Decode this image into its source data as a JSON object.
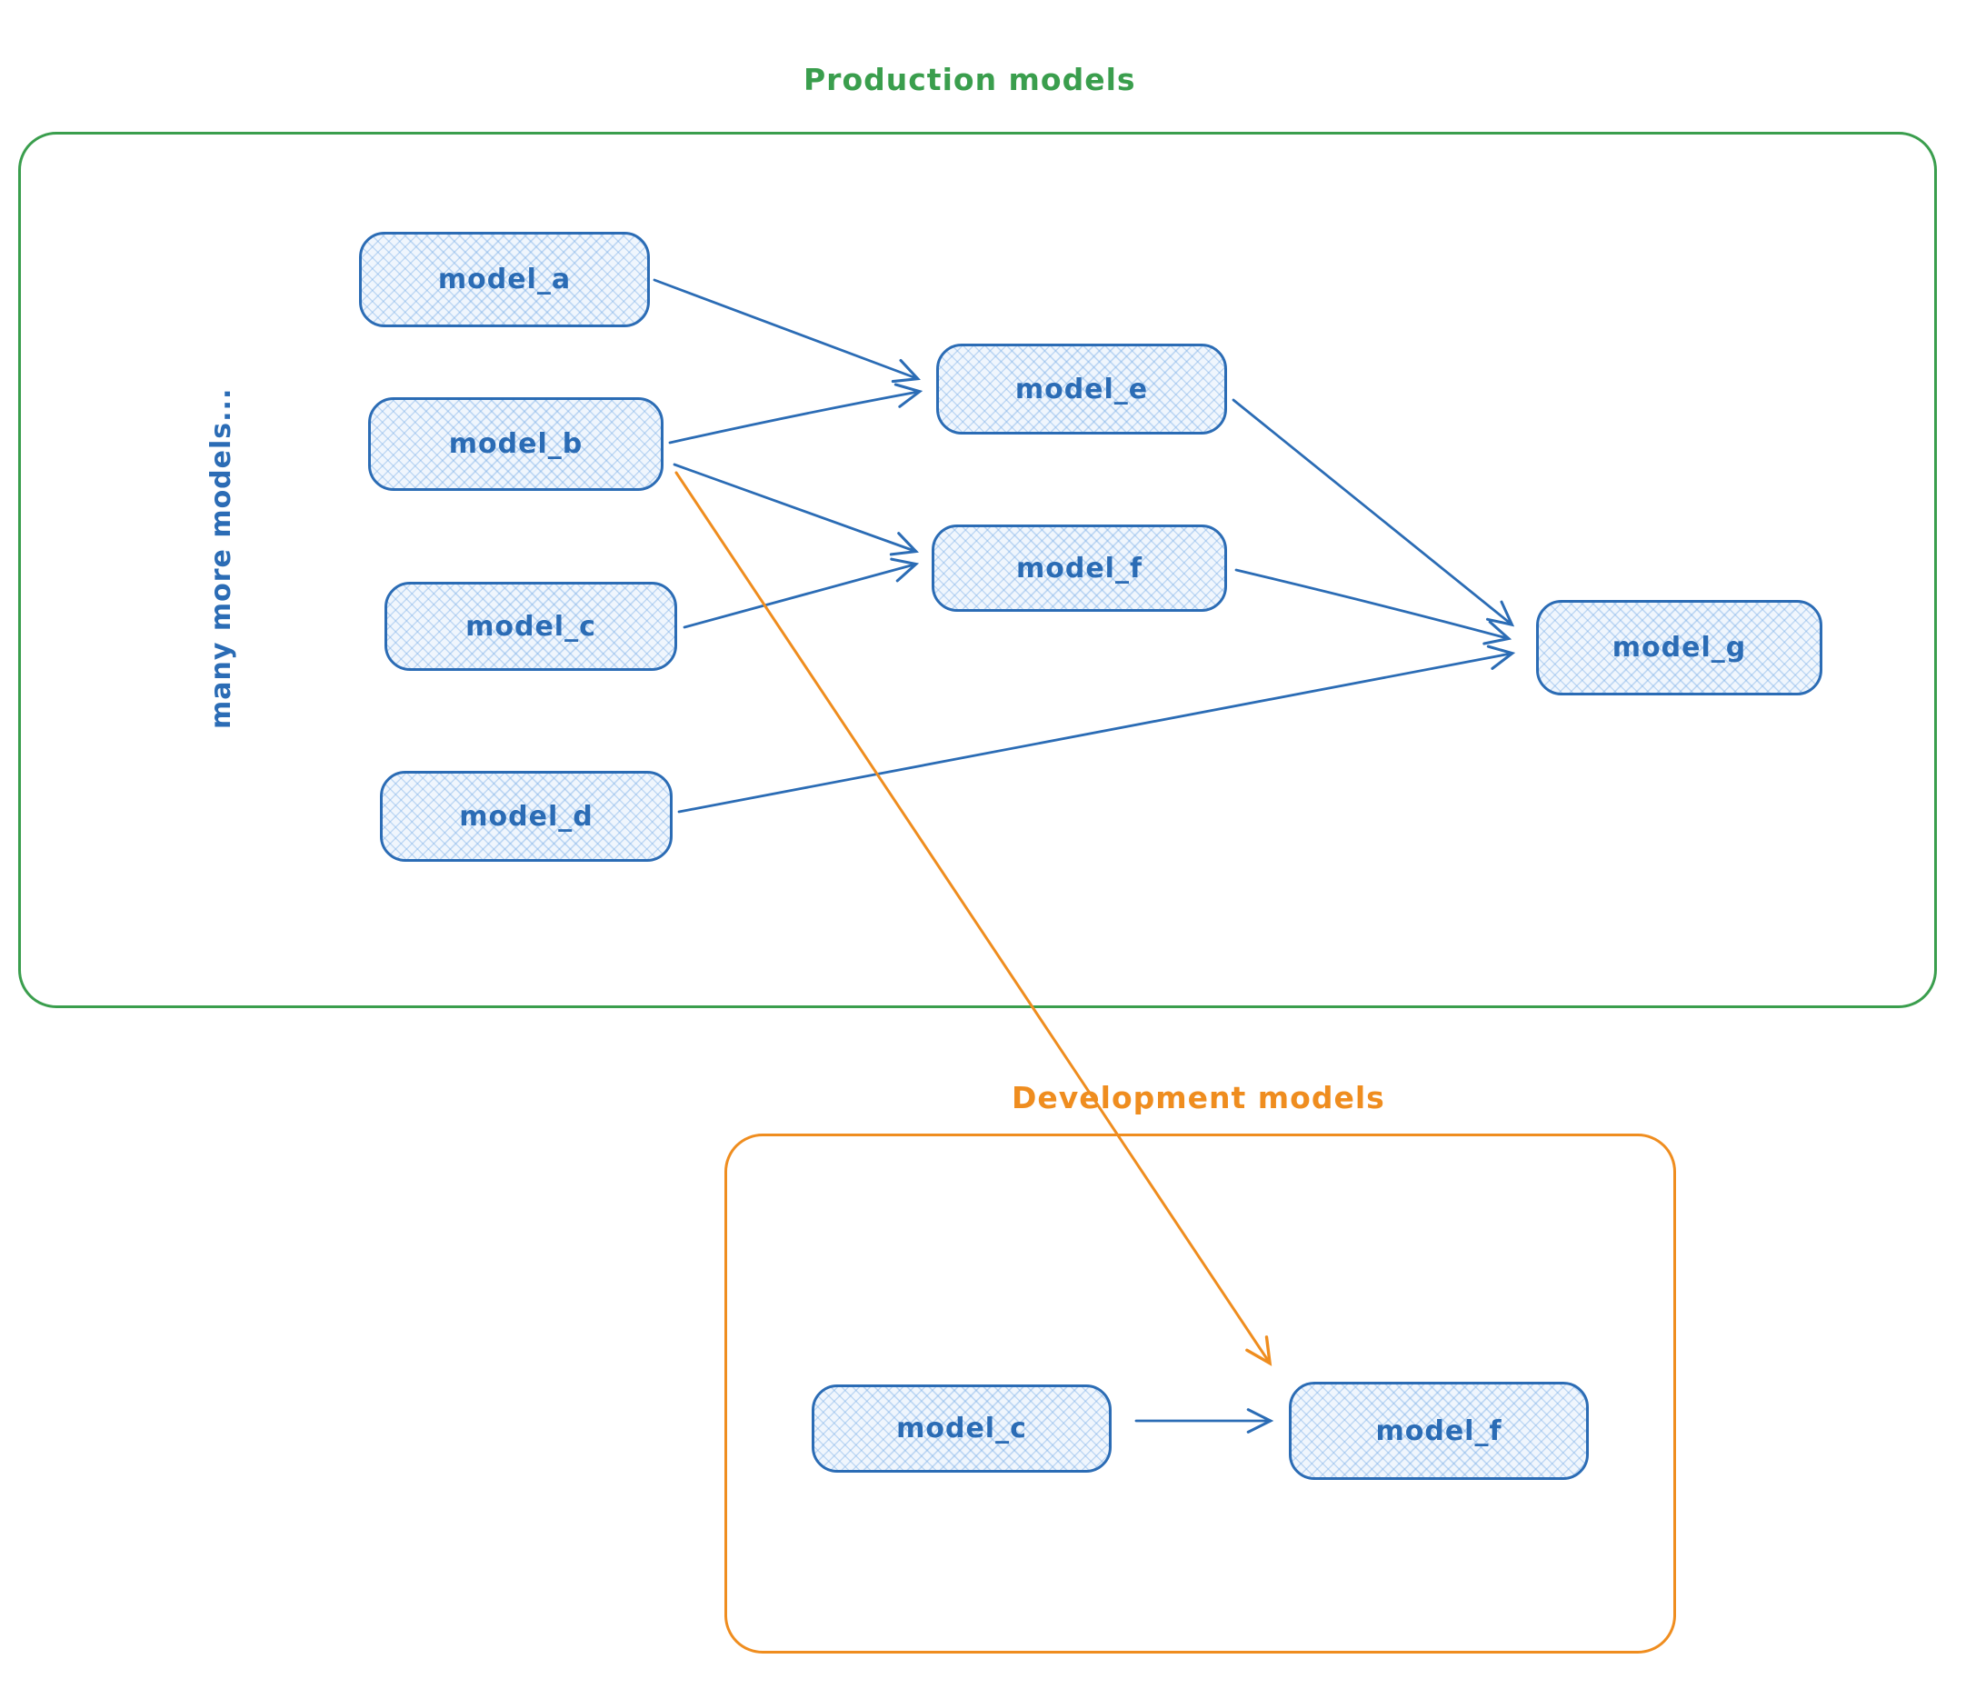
{
  "colors": {
    "node_stroke_blue": "#2b6cb5",
    "node_fill_light_blue": "#f0f6fd",
    "production_frame_green": "#3a9e4d",
    "development_frame_orange": "#ef8d1f"
  },
  "production": {
    "title": "Production models",
    "side_label": "many more models...",
    "nodes": {
      "model_a": {
        "label": "model_a"
      },
      "model_b": {
        "label": "model_b"
      },
      "model_c": {
        "label": "model_c"
      },
      "model_d": {
        "label": "model_d"
      },
      "model_e": {
        "label": "model_e"
      },
      "model_f": {
        "label": "model_f"
      },
      "model_g": {
        "label": "model_g"
      }
    }
  },
  "development": {
    "title": "Development models",
    "nodes": {
      "model_c": {
        "label": "model_c"
      },
      "model_f": {
        "label": "model_f"
      }
    }
  },
  "edges": [
    {
      "from": "production.model_a",
      "to": "production.model_e",
      "color": "blue"
    },
    {
      "from": "production.model_b",
      "to": "production.model_e",
      "color": "blue"
    },
    {
      "from": "production.model_b",
      "to": "production.model_f",
      "color": "blue"
    },
    {
      "from": "production.model_c",
      "to": "production.model_f",
      "color": "blue"
    },
    {
      "from": "production.model_e",
      "to": "production.model_g",
      "color": "blue"
    },
    {
      "from": "production.model_f",
      "to": "production.model_g",
      "color": "blue"
    },
    {
      "from": "production.model_d",
      "to": "production.model_g",
      "color": "blue"
    },
    {
      "from": "development.model_c",
      "to": "development.model_f",
      "color": "blue"
    },
    {
      "from": "production.model_b",
      "to": "development.model_f",
      "color": "orange"
    }
  ]
}
